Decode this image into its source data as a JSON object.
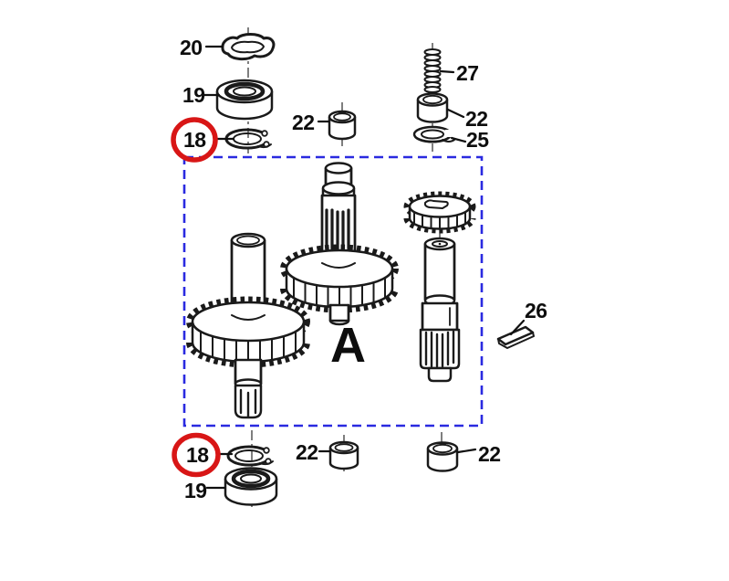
{
  "diagram": {
    "group_label": "A",
    "colors": {
      "highlight": "#d81616",
      "group_box": "#2a2ae0",
      "ink": "#1a1a1a"
    },
    "callouts": [
      {
        "label": "20",
        "part": "wave-washer-top"
      },
      {
        "label": "19",
        "part": "bearing-top"
      },
      {
        "label": "18",
        "part": "snap-ring-top",
        "highlighted": true
      },
      {
        "label": "22",
        "part": "bushing-top-middle"
      },
      {
        "label": "27",
        "part": "spring"
      },
      {
        "label": "22",
        "part": "bushing-right"
      },
      {
        "label": "25",
        "part": "lock-washer"
      },
      {
        "label": "26",
        "part": "shaft-key"
      },
      {
        "label": "18",
        "part": "snap-ring-bottom",
        "highlighted": true
      },
      {
        "label": "22",
        "part": "bushing-bottom-middle"
      },
      {
        "label": "22",
        "part": "bushing-bottom-right"
      },
      {
        "label": "19",
        "part": "bearing-bottom"
      }
    ]
  }
}
